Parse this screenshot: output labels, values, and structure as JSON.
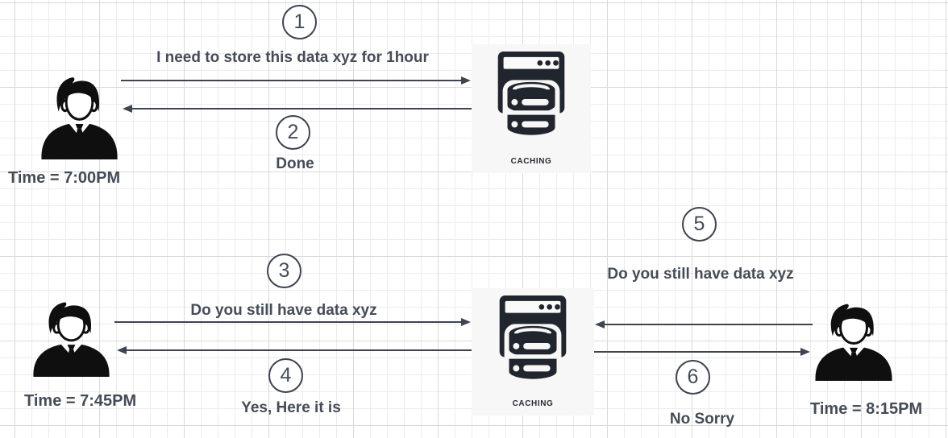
{
  "diagram_type": "caching-sequence-diagram",
  "colors": {
    "ink": "#3e4550",
    "text": "#454c57",
    "icon_dark": "#21252d",
    "person_black": "#0f0f0f",
    "cache_card_bg": "#f7f7f7",
    "grid_minor": "#ececec",
    "grid_major": "#d9d9d9"
  },
  "scenario1": {
    "actor": {
      "time": "Time = 7:00PM"
    },
    "cache_label": "CACHING",
    "request": {
      "step": "1",
      "label": "I need to store this data xyz for 1hour"
    },
    "response": {
      "step": "2",
      "label": "Done"
    }
  },
  "scenario2": {
    "actor_left": {
      "time": "Time = 7:45PM"
    },
    "actor_right": {
      "time": "Time = 8:15PM"
    },
    "cache_label": "CACHING",
    "request_left": {
      "step": "3",
      "label": "Do you still have data xyz"
    },
    "response_left": {
      "step": "4",
      "label": "Yes, Here it is"
    },
    "request_right": {
      "step": "5",
      "label": "Do you still have data xyz"
    },
    "response_right": {
      "step": "6",
      "label": "No Sorry"
    }
  },
  "icons": {
    "person": "businessman-user-icon",
    "cache": "caching-server-icon"
  }
}
